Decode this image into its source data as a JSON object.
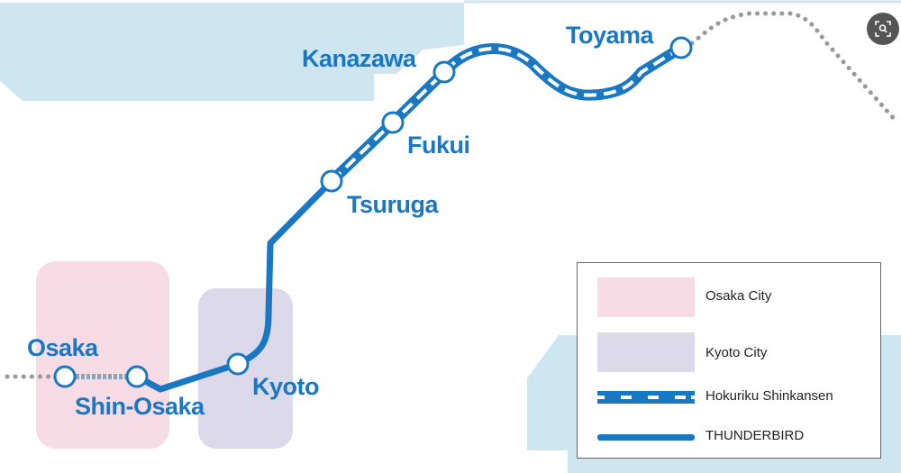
{
  "stations": {
    "osaka": "Osaka",
    "shin_osaka": "Shin-Osaka",
    "kyoto": "Kyoto",
    "tsuruga": "Tsuruga",
    "fukui": "Fukui",
    "kanazawa": "Kanazawa",
    "toyama": "Toyama"
  },
  "legend": {
    "osaka_city": "Osaka City",
    "kyoto_city": "Kyoto City",
    "shinkansen": "Hokuriku Shinkansen",
    "thunderbird": "THUNDERBIRD"
  },
  "colors": {
    "line": "#1a78c2",
    "water": "#cde6ef",
    "osaka_area": "#f7dbe5",
    "kyoto_area": "#dcd9ea",
    "dotted": "#999999"
  },
  "icons": {
    "corner_button": "visual-search-icon"
  }
}
